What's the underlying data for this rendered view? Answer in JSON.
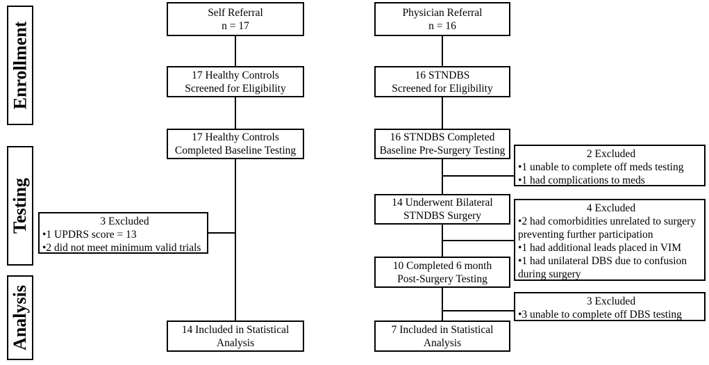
{
  "stages": {
    "enrollment": "Enrollment",
    "testing": "Testing",
    "analysis": "Analysis"
  },
  "left": {
    "referral": [
      "Self Referral",
      "n = 17"
    ],
    "screened": [
      "17 Healthy Controls",
      "Screened for Eligibility"
    ],
    "baseline": [
      "17 Healthy Controls",
      "Completed Baseline Testing"
    ],
    "excluded": [
      "3 Excluded",
      "•1 UPDRS score = 13",
      "•2 did not meet minimum valid trials"
    ],
    "included": [
      "14 Included in Statistical",
      "Analysis"
    ]
  },
  "right": {
    "referral": [
      "Physician Referral",
      "n = 16"
    ],
    "screened": [
      "16 STNDBS",
      "Screened for Eligibility"
    ],
    "baseline": [
      "16 STNDBS Completed",
      "Baseline Pre-Surgery Testing"
    ],
    "surgery": [
      "14 Underwent Bilateral",
      "STNDBS Surgery"
    ],
    "post": [
      "10 Completed 6 month",
      "Post-Surgery Testing"
    ],
    "included": [
      "7 Included in Statistical",
      "Analysis"
    ],
    "excluded1": [
      "2 Excluded",
      "•1 unable to complete off meds testing",
      "•1 had complications to meds"
    ],
    "excluded2": [
      "4 Excluded",
      "•2 had comorbidities unrelated to surgery",
      "preventing further participation",
      "•1 had additional leads placed in VIM",
      "•1 had unilateral DBS due to confusion",
      "during surgery"
    ],
    "excluded3": [
      "3 Excluded",
      "•3 unable to complete off DBS testing"
    ]
  }
}
